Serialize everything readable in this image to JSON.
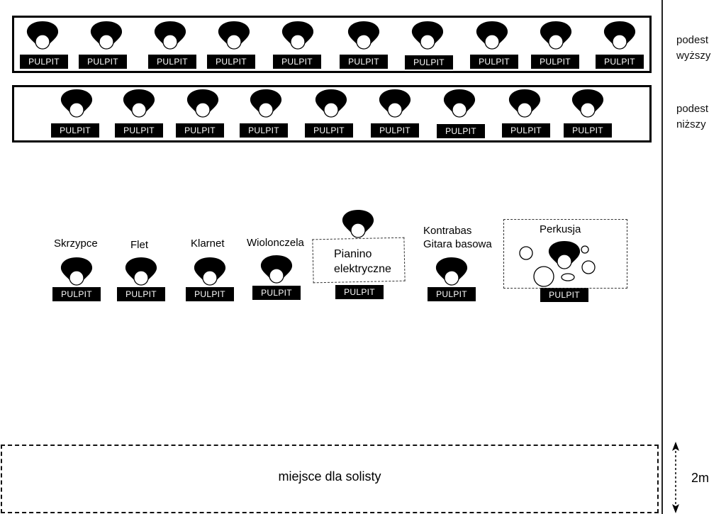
{
  "diagram": {
    "title": "Stage seating plan",
    "musician_icon": "musician-seat-icon",
    "pulpit_label": "PULPIT"
  },
  "side_labels": {
    "upper_podium": [
      "podest",
      "wyższy"
    ],
    "lower_podium": [
      "podest",
      "niższy"
    ],
    "dimension": "2m"
  },
  "upper_podium": {
    "name": "podest wyższy",
    "seats": 10,
    "pulpits": [
      "PULPIT",
      "PULPIT",
      "PULPIT",
      "PULPIT",
      "PULPIT",
      "PULPIT",
      "PULPIT",
      "PULPIT",
      "PULPIT",
      "PULPIT"
    ]
  },
  "lower_podium": {
    "name": "podest niższy",
    "seats": 9,
    "pulpits": [
      "PULPIT",
      "PULPIT",
      "PULPIT",
      "PULPIT",
      "PULPIT",
      "PULPIT",
      "PULPIT",
      "PULPIT",
      "PULPIT"
    ]
  },
  "soloists": [
    {
      "label": "Skrzypce",
      "pulpit": "PULPIT"
    },
    {
      "label": "Flet",
      "pulpit": "PULPIT"
    },
    {
      "label": "Klarnet",
      "pulpit": "PULPIT"
    },
    {
      "label": "Wiolonczela",
      "pulpit": "PULPIT"
    },
    {
      "label_lines": [
        "Pianino",
        "elektryczne"
      ],
      "pulpit": "PULPIT"
    },
    {
      "label_lines": [
        "Kontrabas",
        "Gitara basowa"
      ],
      "pulpit": "PULPIT"
    },
    {
      "label": "Perkusja",
      "pulpit": "PULPIT"
    }
  ],
  "solo_area": {
    "label": "miejsce dla solisty"
  }
}
